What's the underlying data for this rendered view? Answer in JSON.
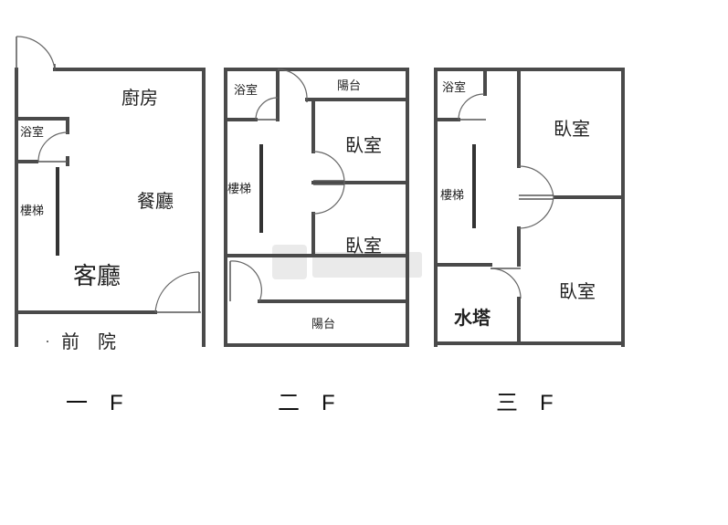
{
  "floors": [
    {
      "label": "一　F",
      "rooms": {
        "kitchen": "廚房",
        "bathroom": "浴室",
        "dining": "餐廳",
        "stairs": "樓梯",
        "living": "客廳",
        "front_yard": "前　院"
      }
    },
    {
      "label": "二　F",
      "rooms": {
        "bathroom": "浴室",
        "balcony_top": "陽台",
        "bedroom_1": "臥室",
        "stairs": "樓梯",
        "bedroom_2": "臥室",
        "balcony_bottom": "陽台"
      }
    },
    {
      "label": "三　F",
      "rooms": {
        "bathroom": "浴室",
        "bedroom_1": "臥室",
        "stairs": "樓梯",
        "water_tower": "水塔",
        "bedroom_2": "臥室"
      }
    }
  ]
}
